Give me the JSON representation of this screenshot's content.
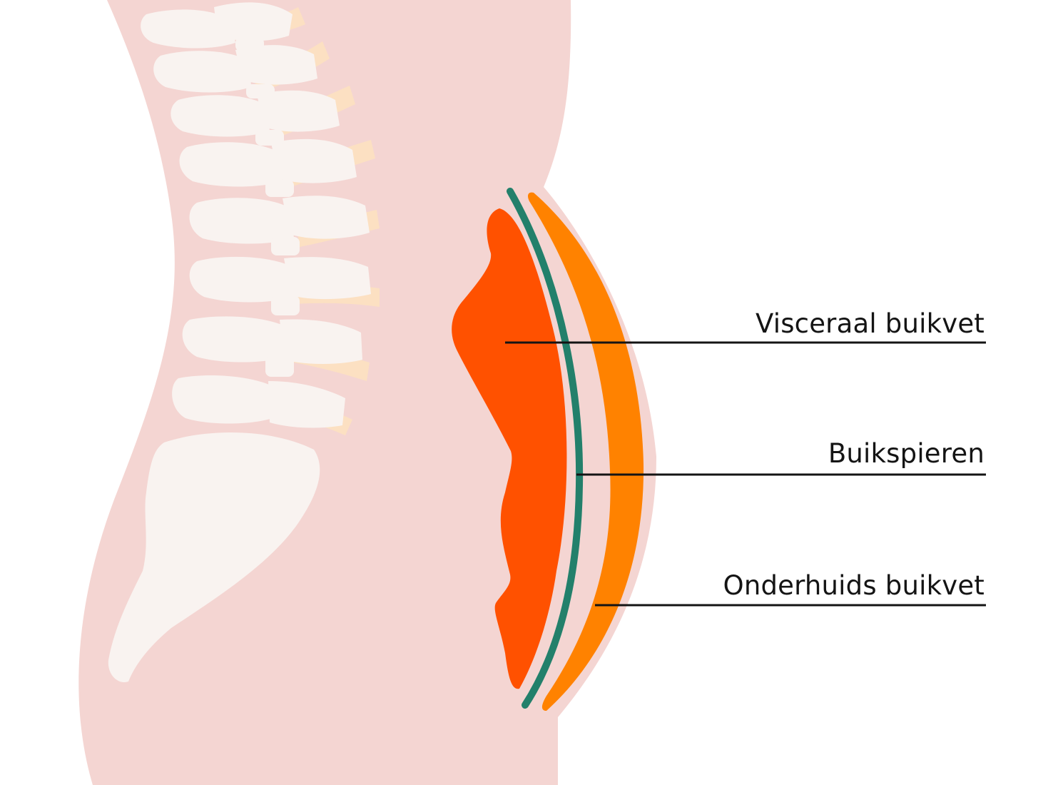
{
  "labels": {
    "visceral": "Visceraal buikvet",
    "muscles": "Buikspieren",
    "subcutaneous": "Onderhuids buikvet"
  },
  "colors": {
    "body": "#f4d5d2",
    "bone": "#f9f3f0",
    "disc": "#fce0c2",
    "visceral_fat": "#ff5100",
    "abdominal_muscle": "#23806b",
    "subcutaneous_fat": "#ff8200",
    "leader_line": "#141414"
  }
}
